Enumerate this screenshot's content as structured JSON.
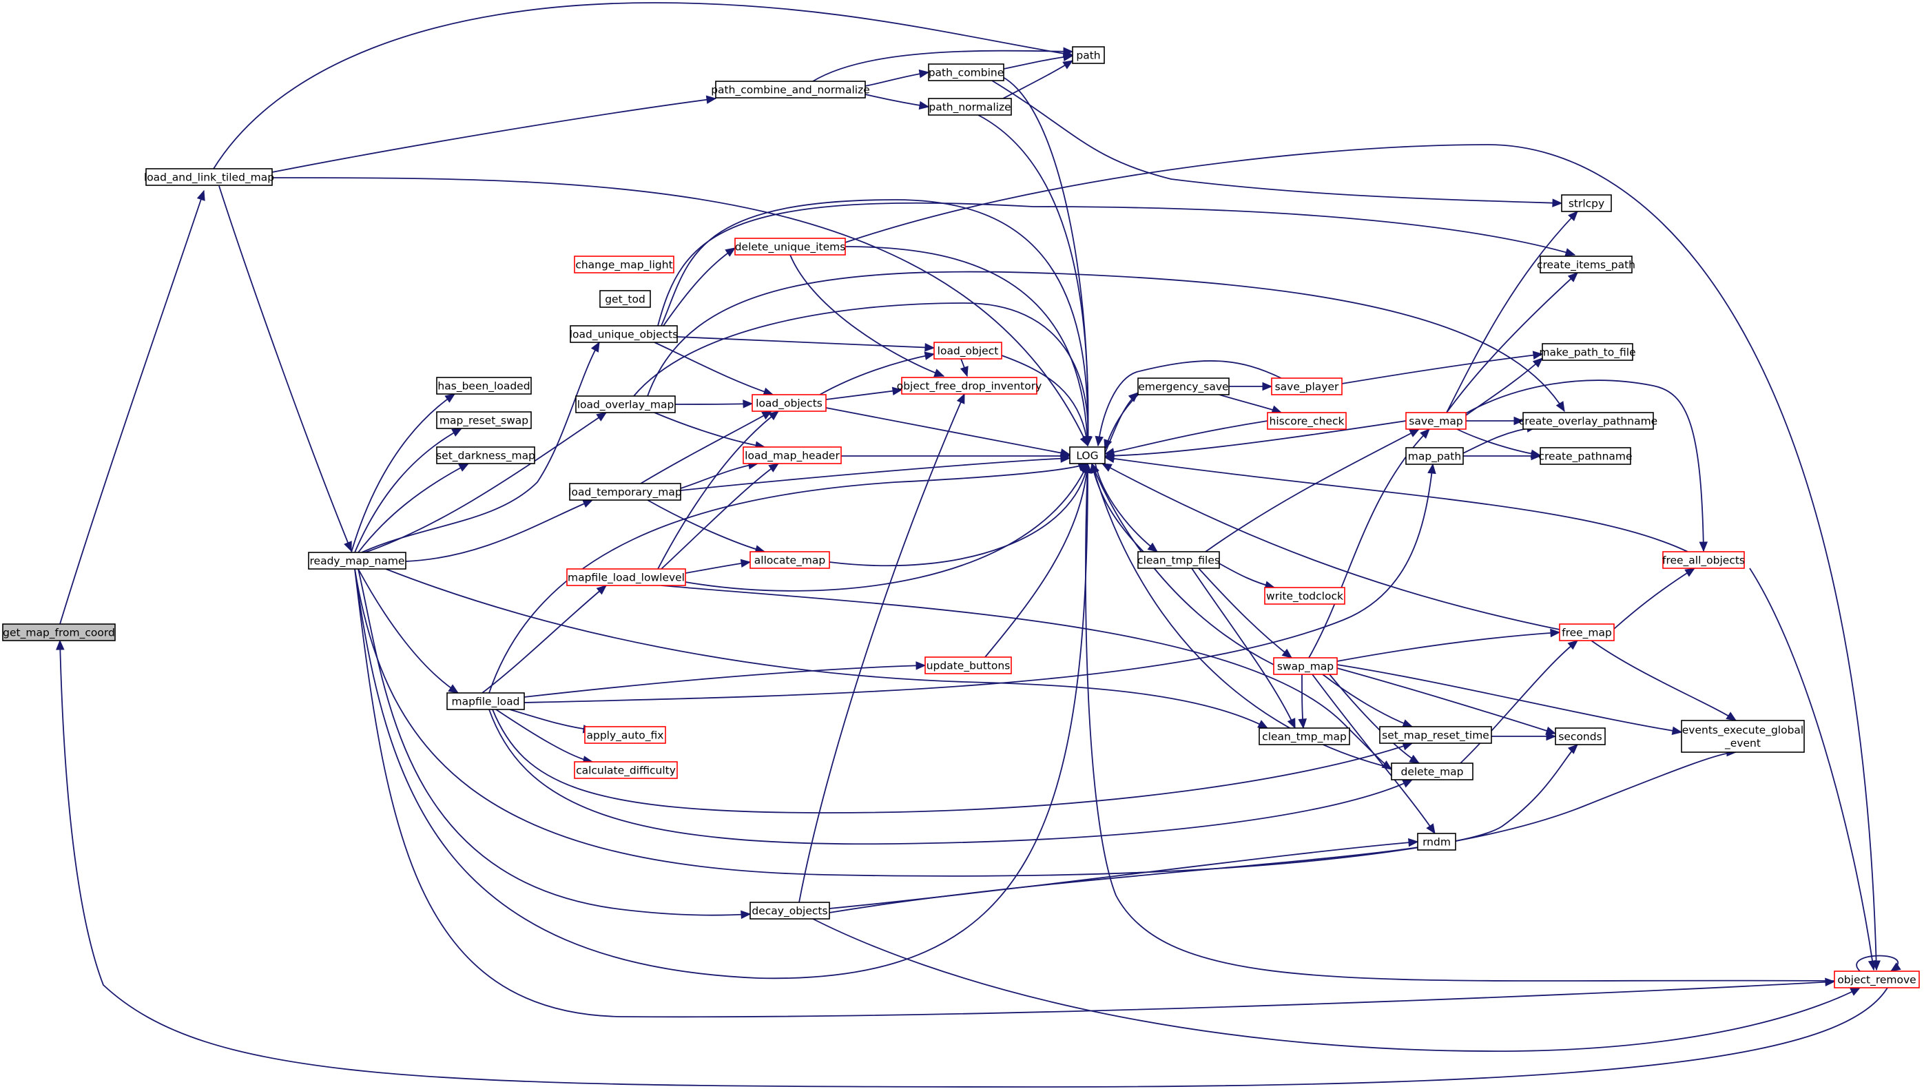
{
  "graph": {
    "colors": {
      "edge": "#191970",
      "node_border": "#000000",
      "node_border_truncated": "#ff0000",
      "root_fill": "#bfbfbf",
      "node_fill": "#ffffff"
    },
    "nodes": [
      {
        "id": "get_map_from_coord",
        "label": "get_map_from_coord",
        "style": "root"
      },
      {
        "id": "load_and_link_tiled_map",
        "label": "load_and_link_tiled_map",
        "style": "normal"
      },
      {
        "id": "path",
        "label": "path",
        "style": "normal"
      },
      {
        "id": "path_combine_and_normalize",
        "label": "path_combine_and_normalize",
        "style": "normal"
      },
      {
        "id": "path_combine",
        "label": "path_combine",
        "style": "normal"
      },
      {
        "id": "path_normalize",
        "label": "path_normalize",
        "style": "normal"
      },
      {
        "id": "strlcpy",
        "label": "strlcpy",
        "style": "normal"
      },
      {
        "id": "create_items_path",
        "label": "create_items_path",
        "style": "normal"
      },
      {
        "id": "delete_unique_items",
        "label": "delete_unique_items",
        "style": "truncated"
      },
      {
        "id": "change_map_light",
        "label": "change_map_light",
        "style": "truncated"
      },
      {
        "id": "get_tod",
        "label": "get_tod",
        "style": "normal"
      },
      {
        "id": "load_unique_objects",
        "label": "load_unique_objects",
        "style": "normal"
      },
      {
        "id": "load_object",
        "label": "load_object",
        "style": "truncated"
      },
      {
        "id": "has_been_loaded",
        "label": "has_been_loaded",
        "style": "normal"
      },
      {
        "id": "map_reset_swap",
        "label": "map_reset_swap",
        "style": "normal"
      },
      {
        "id": "set_darkness_map",
        "label": "set_darkness_map",
        "style": "normal"
      },
      {
        "id": "load_overlay_map",
        "label": "load_overlay_map",
        "style": "normal"
      },
      {
        "id": "load_objects",
        "label": "load_objects",
        "style": "truncated"
      },
      {
        "id": "object_free_drop_inventory",
        "label": "object_free_drop_inventory",
        "style": "truncated"
      },
      {
        "id": "load_map_header",
        "label": "load_map_header",
        "style": "truncated"
      },
      {
        "id": "LOG",
        "label": "LOG",
        "style": "normal"
      },
      {
        "id": "emergency_save",
        "label": "emergency_save",
        "style": "normal"
      },
      {
        "id": "save_player",
        "label": "save_player",
        "style": "truncated"
      },
      {
        "id": "make_path_to_file",
        "label": "make_path_to_file",
        "style": "normal"
      },
      {
        "id": "hiscore_check",
        "label": "hiscore_check",
        "style": "truncated"
      },
      {
        "id": "save_map",
        "label": "save_map",
        "style": "truncated"
      },
      {
        "id": "create_overlay_pathname",
        "label": "create_overlay_pathname",
        "style": "normal"
      },
      {
        "id": "map_path",
        "label": "map_path",
        "style": "normal"
      },
      {
        "id": "create_pathname",
        "label": "create_pathname",
        "style": "normal"
      },
      {
        "id": "load_temporary_map",
        "label": "load_temporary_map",
        "style": "normal"
      },
      {
        "id": "ready_map_name",
        "label": "ready_map_name",
        "style": "normal"
      },
      {
        "id": "mapfile_load_lowlevel",
        "label": "mapfile_load_lowlevel",
        "style": "truncated"
      },
      {
        "id": "allocate_map",
        "label": "allocate_map",
        "style": "truncated"
      },
      {
        "id": "clean_tmp_files",
        "label": "clean_tmp_files",
        "style": "normal"
      },
      {
        "id": "write_todclock",
        "label": "write_todclock",
        "style": "truncated"
      },
      {
        "id": "free_all_objects",
        "label": "free_all_objects",
        "style": "truncated"
      },
      {
        "id": "free_map",
        "label": "free_map",
        "style": "truncated"
      },
      {
        "id": "swap_map",
        "label": "swap_map",
        "style": "truncated"
      },
      {
        "id": "update_buttons",
        "label": "update_buttons",
        "style": "truncated"
      },
      {
        "id": "mapfile_load",
        "label": "mapfile_load",
        "style": "normal"
      },
      {
        "id": "apply_auto_fix",
        "label": "apply_auto_fix",
        "style": "truncated"
      },
      {
        "id": "clean_tmp_map",
        "label": "clean_tmp_map",
        "style": "normal"
      },
      {
        "id": "set_map_reset_time",
        "label": "set_map_reset_time",
        "style": "normal"
      },
      {
        "id": "seconds",
        "label": "seconds",
        "style": "normal"
      },
      {
        "id": "events_execute_global_event",
        "label": "events_execute_global\n_event",
        "style": "normal"
      },
      {
        "id": "calculate_difficulty",
        "label": "calculate_difficulty",
        "style": "truncated"
      },
      {
        "id": "delete_map",
        "label": "delete_map",
        "style": "normal"
      },
      {
        "id": "rndm",
        "label": "rndm",
        "style": "normal"
      },
      {
        "id": "decay_objects",
        "label": "decay_objects",
        "style": "normal"
      },
      {
        "id": "object_remove",
        "label": "object_remove",
        "style": "truncated"
      }
    ]
  }
}
